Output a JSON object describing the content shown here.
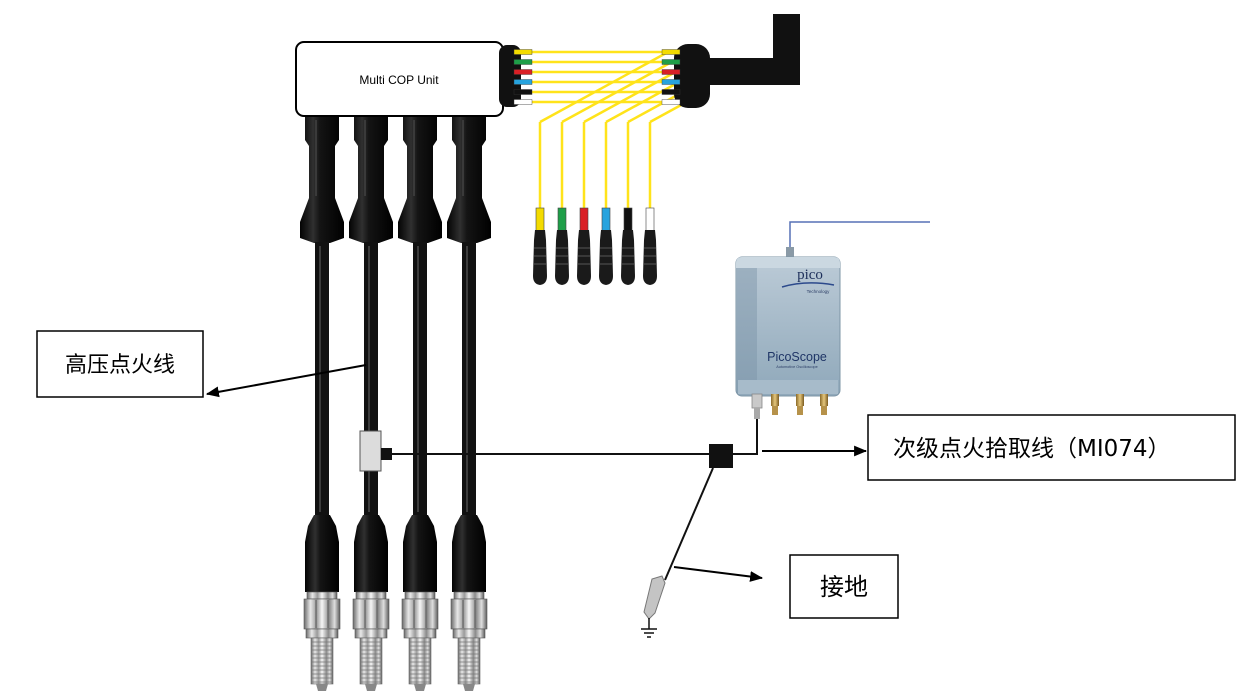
{
  "labels": {
    "cop_unit": "Multi COP Unit",
    "ht_lead": "高压点火线",
    "secondary_pickup": "次级点火拾取线（MI074）",
    "ground": "接地"
  },
  "scope": {
    "brand": "pico",
    "brand_sub": "Technology",
    "model": "PicoScope",
    "model_sub": "Automotive Oscilloscope"
  },
  "colors": {
    "probe_wire": "#FFE31A",
    "probe_tips": [
      "#F3DB00",
      "#1E9E48",
      "#D92026",
      "#27A3DE",
      "#111111",
      "#FFFFFF"
    ],
    "ht_lead": "#111111",
    "scope_cable": "#5670B6"
  },
  "icons": {
    "ground": "ground-symbol-icon",
    "arrow": "arrow-icon"
  }
}
